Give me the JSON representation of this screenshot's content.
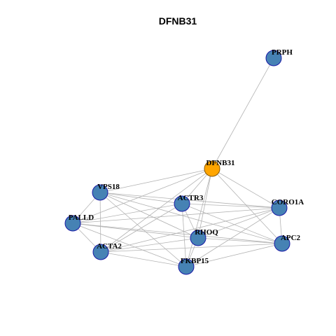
{
  "title": "DFNB31",
  "colors": {
    "background": "#ffffff",
    "edge": "#b3b3b3",
    "node_fill": "#4682b4",
    "node_stroke": "#1a1aa6",
    "focus_fill": "#ffa500",
    "focus_stroke": "#8b5a00"
  },
  "focus_node": "DFNB31",
  "nodes": [
    "PRPH",
    "DFNB31",
    "VPS18",
    "ACTR3",
    "CORO1A",
    "PALLD",
    "RHOQ",
    "APC2",
    "ACTA2",
    "FKBP15"
  ],
  "edges": [
    [
      "DFNB31",
      "PRPH"
    ],
    [
      "DFNB31",
      "VPS18"
    ],
    [
      "DFNB31",
      "ACTR3"
    ],
    [
      "DFNB31",
      "CORO1A"
    ],
    [
      "DFNB31",
      "PALLD"
    ],
    [
      "DFNB31",
      "RHOQ"
    ],
    [
      "DFNB31",
      "APC2"
    ],
    [
      "DFNB31",
      "ACTA2"
    ],
    [
      "DFNB31",
      "FKBP15"
    ],
    [
      "VPS18",
      "ACTR3"
    ],
    [
      "VPS18",
      "CORO1A"
    ],
    [
      "VPS18",
      "PALLD"
    ],
    [
      "VPS18",
      "RHOQ"
    ],
    [
      "VPS18",
      "APC2"
    ],
    [
      "VPS18",
      "ACTA2"
    ],
    [
      "VPS18",
      "FKBP15"
    ],
    [
      "ACTR3",
      "CORO1A"
    ],
    [
      "ACTR3",
      "PALLD"
    ],
    [
      "ACTR3",
      "RHOQ"
    ],
    [
      "ACTR3",
      "APC2"
    ],
    [
      "ACTR3",
      "ACTA2"
    ],
    [
      "ACTR3",
      "FKBP15"
    ],
    [
      "CORO1A",
      "PALLD"
    ],
    [
      "CORO1A",
      "RHOQ"
    ],
    [
      "CORO1A",
      "APC2"
    ],
    [
      "CORO1A",
      "ACTA2"
    ],
    [
      "CORO1A",
      "FKBP15"
    ],
    [
      "PALLD",
      "RHOQ"
    ],
    [
      "PALLD",
      "APC2"
    ],
    [
      "PALLD",
      "ACTA2"
    ],
    [
      "PALLD",
      "FKBP15"
    ],
    [
      "RHOQ",
      "APC2"
    ],
    [
      "RHOQ",
      "ACTA2"
    ],
    [
      "RHOQ",
      "FKBP15"
    ],
    [
      "APC2",
      "ACTA2"
    ],
    [
      "APC2",
      "FKBP15"
    ],
    [
      "ACTA2",
      "FKBP15"
    ]
  ]
}
